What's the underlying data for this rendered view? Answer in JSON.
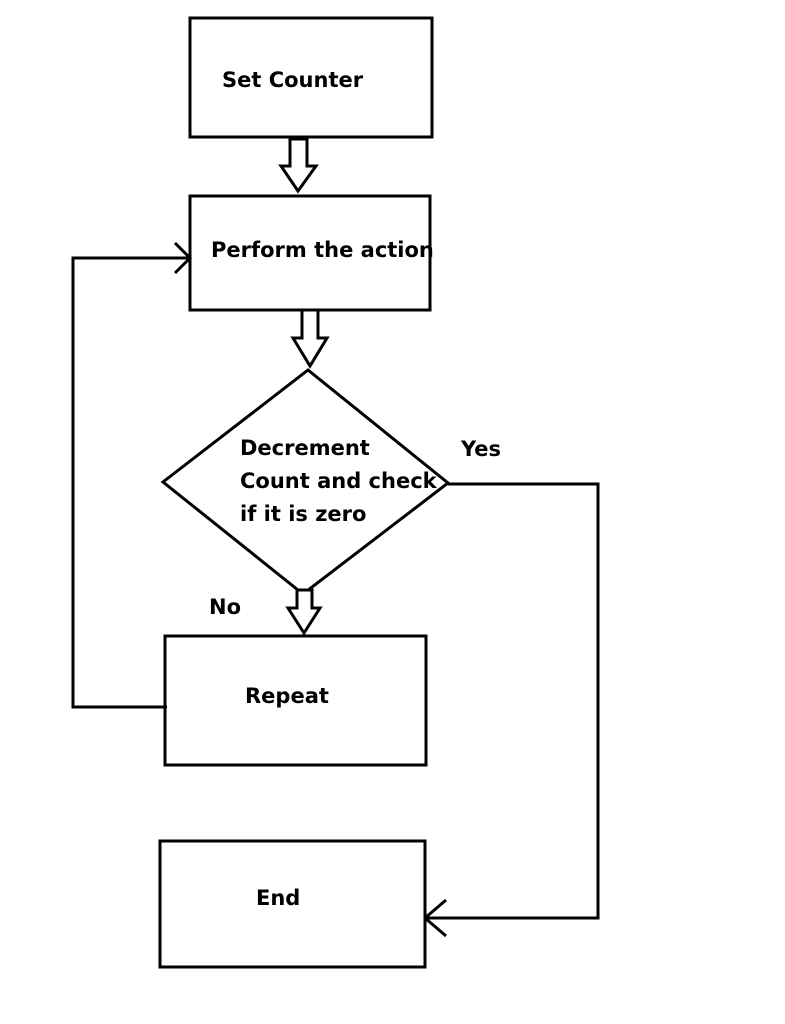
{
  "nodes": {
    "set_counter": "Set Counter",
    "perform_action": "Perform the action",
    "decision": [
      "Decrement",
      "Count and check",
      "if it is zero"
    ],
    "repeat": "Repeat",
    "end": "End"
  },
  "edges": {
    "yes_label": "Yes",
    "no_label": "No"
  }
}
